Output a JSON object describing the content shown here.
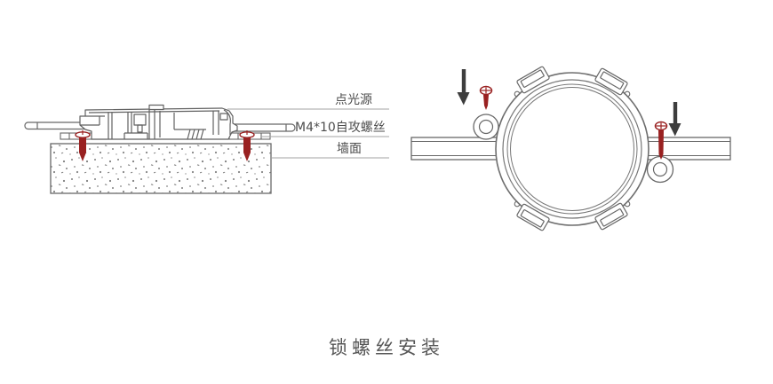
{
  "side_view": {
    "labels": {
      "point_light": "点光源",
      "screw_spec": "M4*10自攻螺丝",
      "wall": "墙面"
    }
  },
  "front_view": {
    "screw_count": 2,
    "arrow_count": 2
  },
  "caption": {
    "text": "锁螺丝安装"
  },
  "colors": {
    "background": "#ffffff",
    "line_gray": "#686868",
    "inner_ring_gray": "#777777",
    "screw_red": "#992121",
    "arrow_dark": "#3d3d3d",
    "label_text": "#4d4d4d",
    "caption_text": "#565656",
    "leader_line": "#a3a3a3",
    "stipple_dot": "#808080"
  },
  "icons": {
    "down_arrow": "solid black arrow pointing down at screw position",
    "self_tapping_screw": "red M4*10 self-tapping screw glyph",
    "wall_texture": "stippled concrete wall hatch"
  }
}
